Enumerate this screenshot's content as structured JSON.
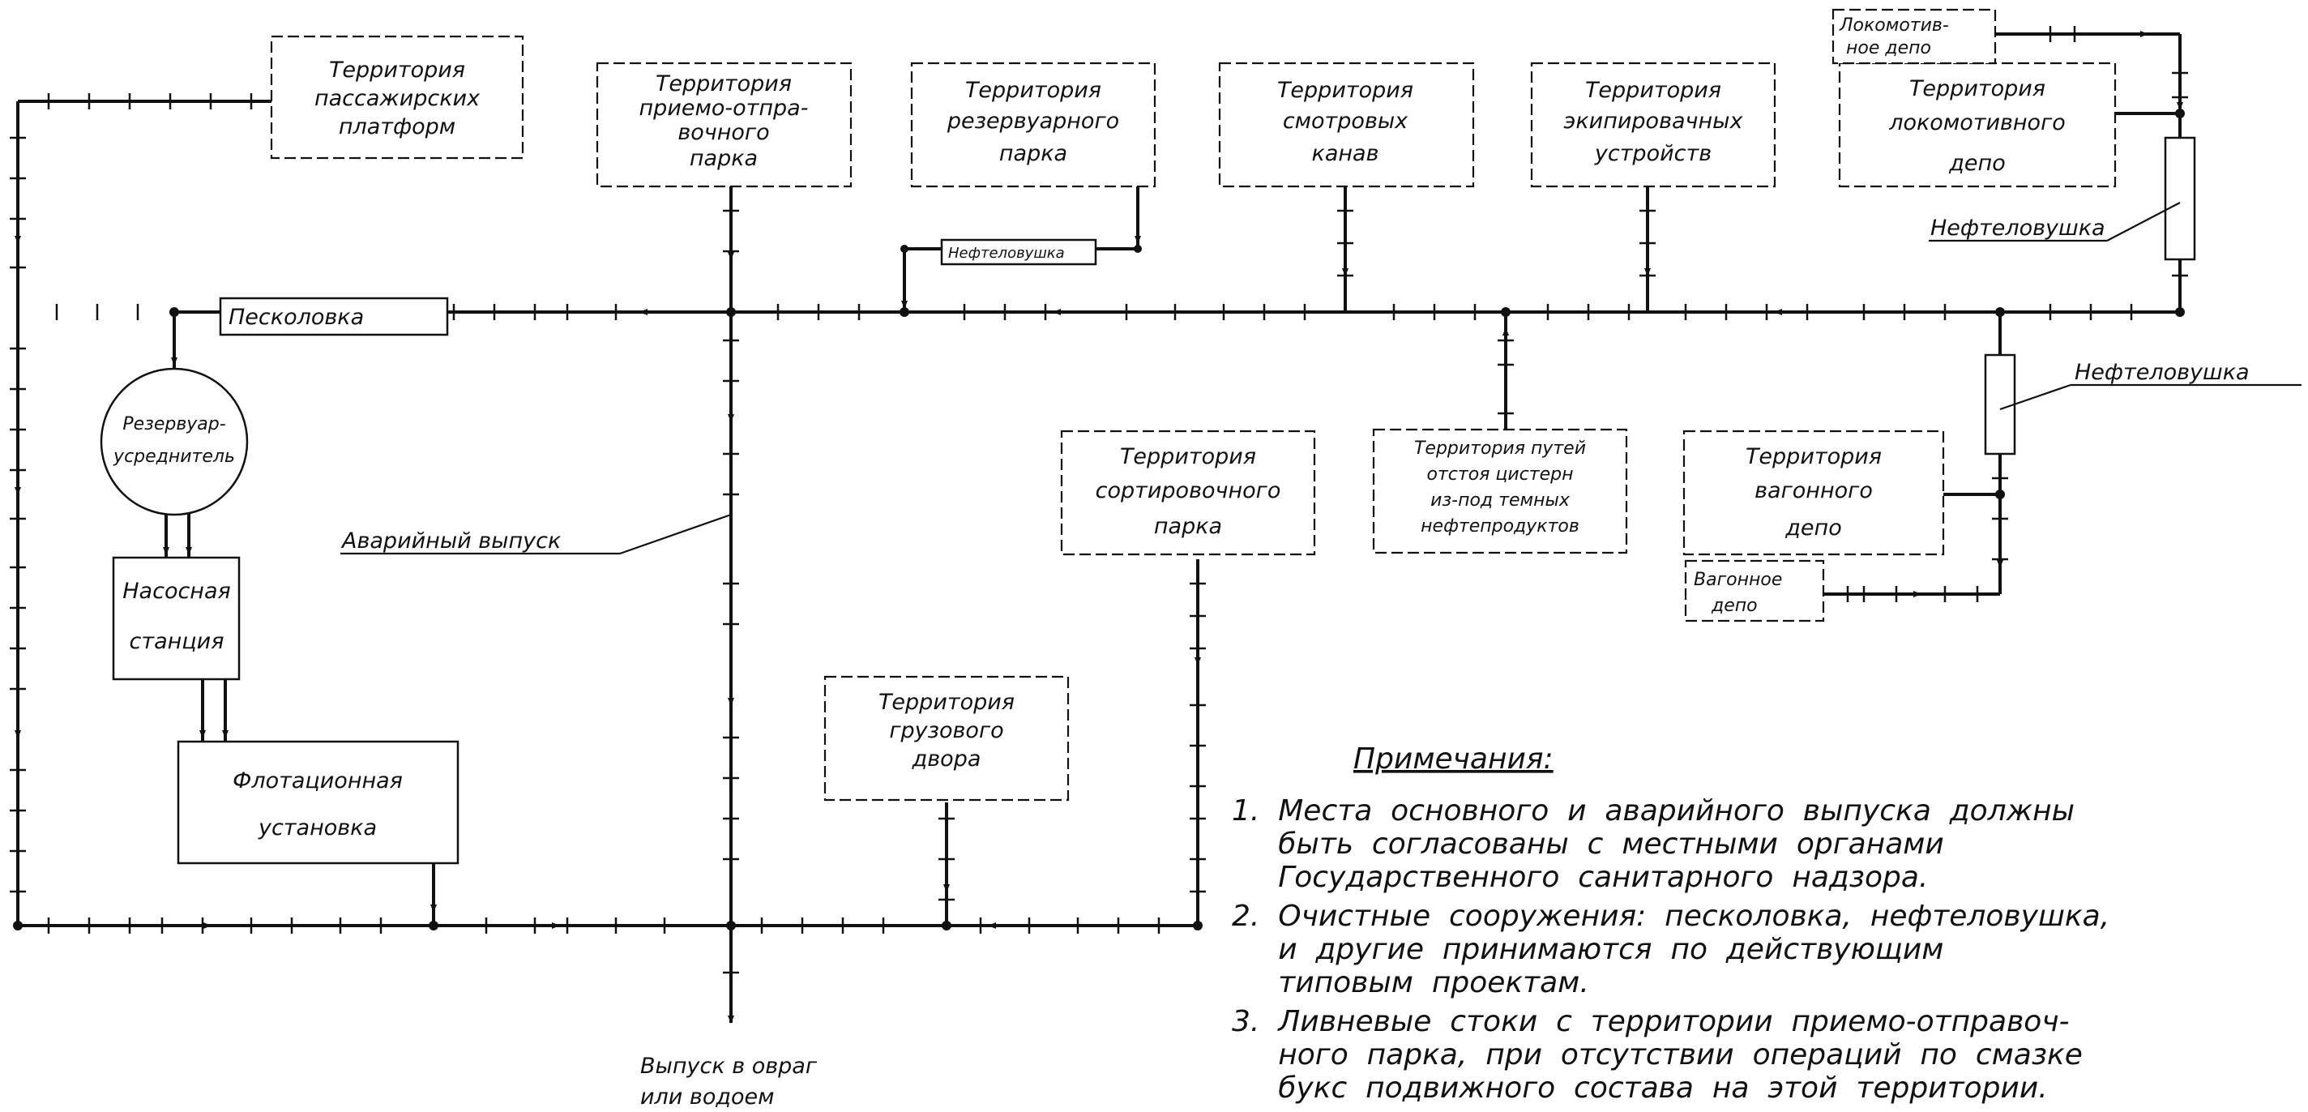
{
  "boxes": {
    "passenger": [
      "Территория",
      "пассажирских",
      "платформ"
    ],
    "receiving": [
      "Территория",
      "приемо-отпра-",
      "вочного",
      "парка"
    ],
    "reservoir": [
      "Территория",
      "резервуарного",
      "парка"
    ],
    "inspection": [
      "Территория",
      "смотровых",
      "канав"
    ],
    "equipment": [
      "Территория",
      "экипировачных",
      "устройств"
    ],
    "loco_territory": [
      "Территория",
      "локомотивного",
      "депо"
    ],
    "loco_depot": [
      "Локомотив-",
      "ное депо"
    ],
    "sorting": [
      "Территория",
      "сортировочного",
      "парка"
    ],
    "tank_tracks": [
      "Территория путей",
      "отстоя цистерн",
      "из-под темных",
      "нефтепродуктов"
    ],
    "wagon_territory": [
      "Территория",
      "вагонного",
      "депо"
    ],
    "wagon_depot": [
      "Вагонное",
      "депо"
    ],
    "freight": [
      "Территория",
      "грузового",
      "двора"
    ]
  },
  "equipment": {
    "sand_trap": "Песколовка",
    "reservoir_tank": [
      "Резервуар-",
      "усреднитель"
    ],
    "pump_station": [
      "Насосная",
      "станция"
    ],
    "flotation": [
      "Флотационная",
      "установка"
    ],
    "oil_trap_small": "Нефтеловушка"
  },
  "labels": {
    "oil_trap_1": "Нефтеловушка",
    "oil_trap_2": "Нефтеловушка",
    "emergency": "Аварийный выпуск",
    "outlet": [
      "Выпуск в овраг",
      "или водоем"
    ]
  },
  "notes": {
    "title": "Примечания:",
    "lines": [
      "1.  Места  основного  и  аварийного  выпуска  должны",
      "     быть  согласованы  с  местными  органами",
      "     Государственного  санитарного  надзора.",
      "2.  Очистные  сооружения:  песколовка,  нефтеловушка,",
      "     и  другие  принимаются  по  действующим",
      "     типовым  проектам.",
      "3.  Ливневые  стоки  с  территории  приемо-отправоч-",
      "     ного  парка,  при  отсутствии  операций  по  смазке",
      "     букс  подвижного  состава  на  этой  территории."
    ]
  }
}
